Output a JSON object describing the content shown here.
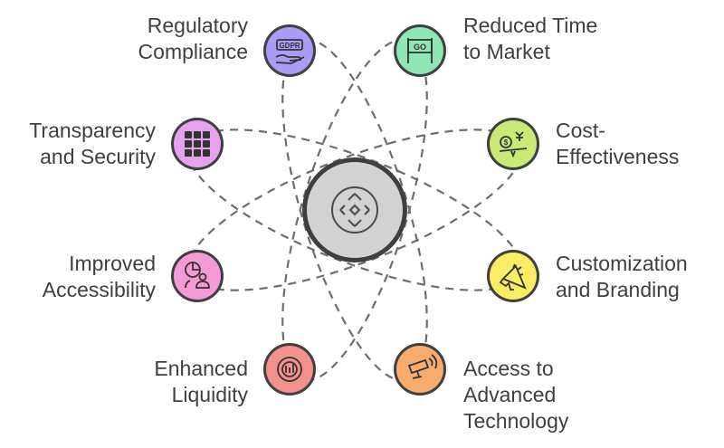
{
  "center": {
    "icon": "binance-logo-icon",
    "fill": "#d2d2d2",
    "stroke": "#3f3f3f"
  },
  "benefits": [
    {
      "key": "regulatory",
      "lines": [
        "Regulatory",
        "Compliance"
      ],
      "icon": "gdpr-hand-icon",
      "color": "#a89cf6"
    },
    {
      "key": "reduced-time",
      "lines": [
        "Reduced Time",
        "to Market"
      ],
      "icon": "go-sign-icon",
      "color": "#8ee6b2"
    },
    {
      "key": "transparency",
      "lines": [
        "Transparency",
        "and Security"
      ],
      "icon": "solar-panel-grid-icon",
      "color": "#e5a3ee"
    },
    {
      "key": "cost",
      "lines": [
        "Cost-",
        "Effectiveness"
      ],
      "icon": "money-scale-icon",
      "color": "#c9ea76"
    },
    {
      "key": "accessibility",
      "lines": [
        "Improved",
        "Accessibility"
      ],
      "icon": "pie-chart-user-icon",
      "color": "#f49ad7"
    },
    {
      "key": "customization",
      "lines": [
        "Customization",
        "and Branding"
      ],
      "icon": "megaphone-icon",
      "color": "#f9ee63"
    },
    {
      "key": "liquidity",
      "lines": [
        "Enhanced",
        "Liquidity"
      ],
      "icon": "coin-chart-icon",
      "color": "#f4918c"
    },
    {
      "key": "technology",
      "lines": [
        "Access to",
        "Advanced",
        "Technology"
      ],
      "icon": "security-camera-icon",
      "color": "#f8ad6f"
    }
  ],
  "dash_color": "#6d6d6d"
}
